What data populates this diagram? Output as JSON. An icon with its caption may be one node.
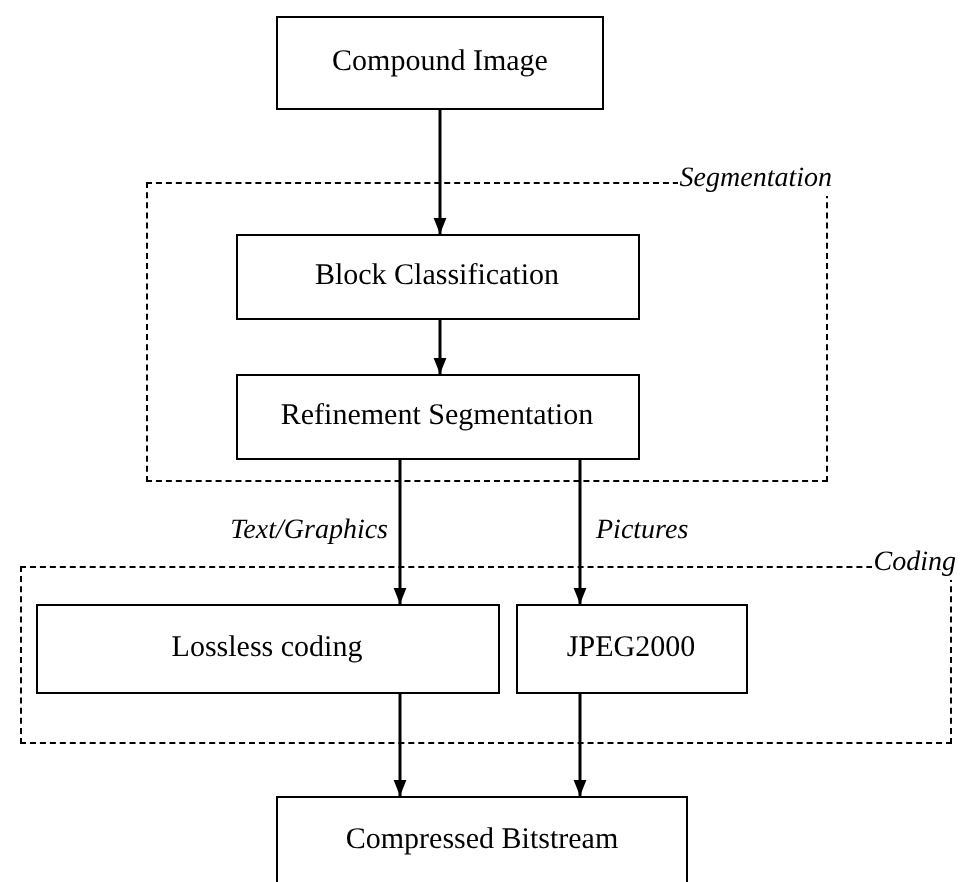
{
  "diagram": {
    "nodes": [
      {
        "text": [
          "Compound Image"
        ]
      },
      {
        "text": [
          "Segmentation"
        ]
      },
      {
        "text": [
          "Block Classification"
        ],
        "in": 1
      },
      {
        "text": [
          "Refinement Segmentation"
        ],
        "in": 1
      },
      {
        "text": [
          "Coding"
        ]
      },
      {
        "text": [
          "Lossless coding"
        ],
        "in": 4
      },
      {
        "text": [
          "JPEG2000"
        ],
        "in": 4
      },
      {
        "text": [
          "Compressed Bitstream"
        ]
      }
    ],
    "edges": [
      {
        "from": 0,
        "to": 2,
        "arrow": "to"
      },
      {
        "from": 2,
        "to": 3,
        "arrow": "to"
      },
      {
        "from": 3,
        "to": 5,
        "arrow": "to",
        "label": "Text/Graphics"
      },
      {
        "from": 3,
        "to": 6,
        "arrow": "to",
        "label": "Pictures"
      },
      {
        "from": 5,
        "to": 7,
        "arrow": "to"
      },
      {
        "from": 6,
        "to": 7,
        "arrow": "to"
      }
    ]
  }
}
